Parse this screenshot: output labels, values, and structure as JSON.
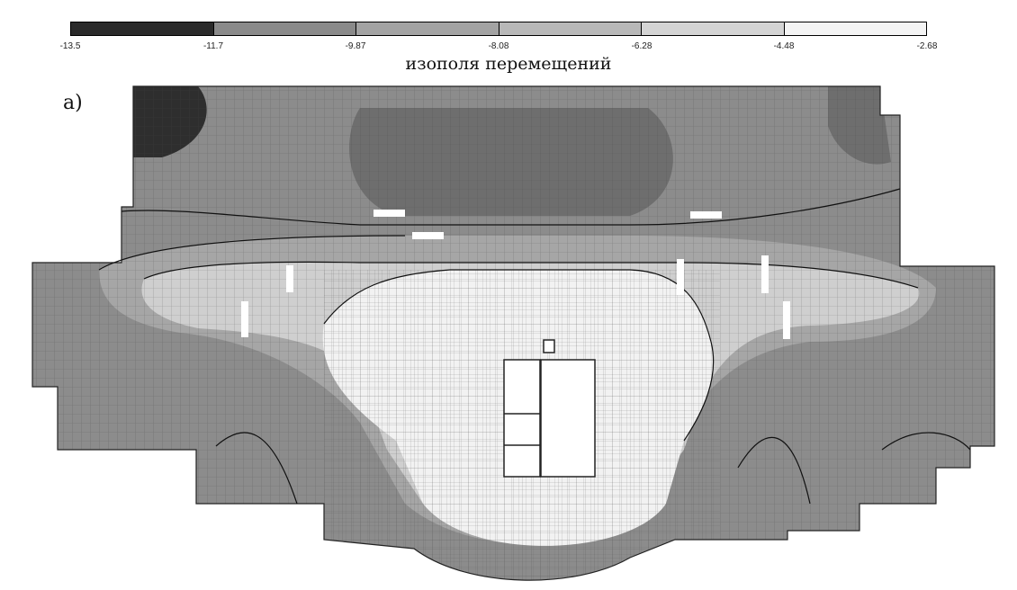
{
  "legend": {
    "colors": [
      "#2a2a2a",
      "#8a8a8a",
      "#a3a3a3",
      "#b8b8b8",
      "#d4d4d4",
      "#f4f4f4"
    ],
    "ticks": [
      "-13.5",
      "-11.7",
      "-9.87",
      "-8.08",
      "-6.28",
      "-4.48",
      "-2.68"
    ]
  },
  "caption": "изополя перемещений",
  "panel_label": "а)",
  "contour_fill_colors": [
    "#2e2e2e",
    "#6e6e6e",
    "#8c8c8c",
    "#a6a6a6",
    "#cfcfcf",
    "#f2f2f2"
  ]
}
